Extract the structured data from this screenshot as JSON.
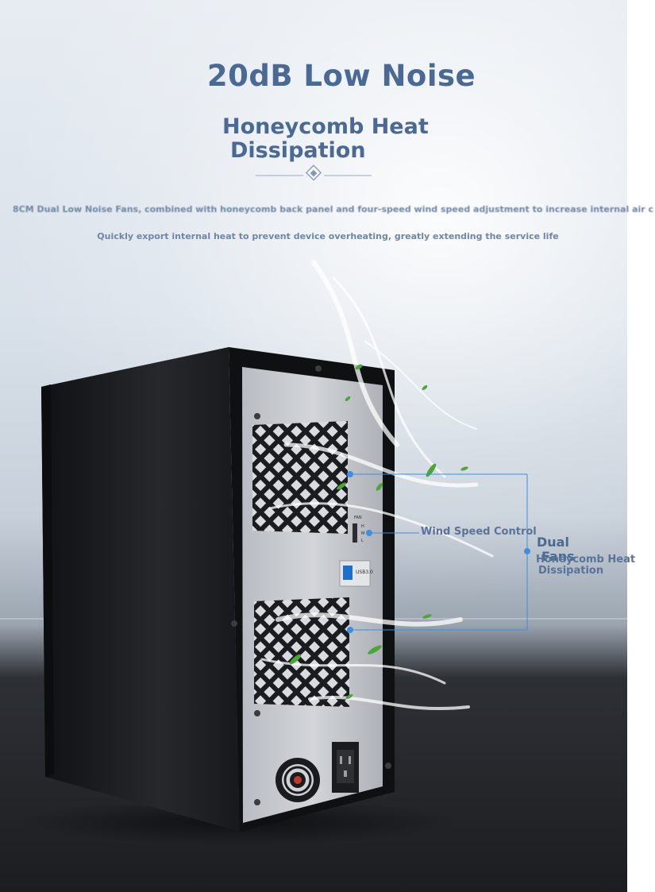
{
  "hero": {
    "title": "20dB Low Noise",
    "subtitle_line1": "Honeycomb Heat",
    "subtitle_line2": "Dissipation",
    "description_1": "8CM Dual Low Noise Fans, combined with honeycomb back panel and four-speed wind speed adjustment to increase internal air c",
    "description_2": "Quickly export internal heat to prevent device overheating, greatly extending the service life"
  },
  "device_panel": {
    "fan_switch_label": "FAN",
    "fan_switch_positions": [
      "H",
      "M",
      "L"
    ],
    "usb_port_label": "USB3.0"
  },
  "callouts": {
    "wind_speed_control": "Wind Speed Control",
    "dual_fans_line1": "Dual",
    "dual_fans_line2": "Fans",
    "honeycomb_line1": "Honeycomb Heat",
    "honeycomb_line2": "Dissipation"
  },
  "colors": {
    "title_blue": "#4a6994",
    "callout_line": "#3d8fe0",
    "enclosure_black": "#1a1b1e",
    "panel_silver": "#c9cdd2"
  }
}
